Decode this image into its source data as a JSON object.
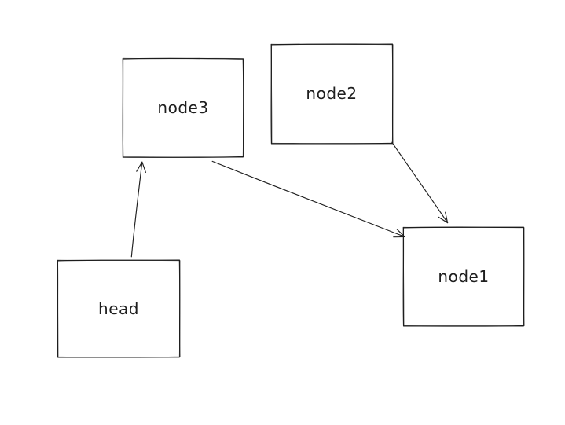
{
  "diagram": {
    "background_color": "#ffffff",
    "stroke_color": "#1e1e1e",
    "style": "hand-drawn-sketch",
    "nodes": [
      {
        "id": "node3",
        "label": "node3"
      },
      {
        "id": "node2",
        "label": "node2"
      },
      {
        "id": "node1",
        "label": "node1"
      },
      {
        "id": "head",
        "label": "head"
      }
    ],
    "edges": [
      {
        "from": "head",
        "to": "node3",
        "arrowhead": "arrow"
      },
      {
        "from": "node3",
        "to": "node1",
        "arrowhead": "arrow"
      },
      {
        "from": "node2",
        "to": "node1",
        "arrowhead": "arrow"
      }
    ]
  }
}
